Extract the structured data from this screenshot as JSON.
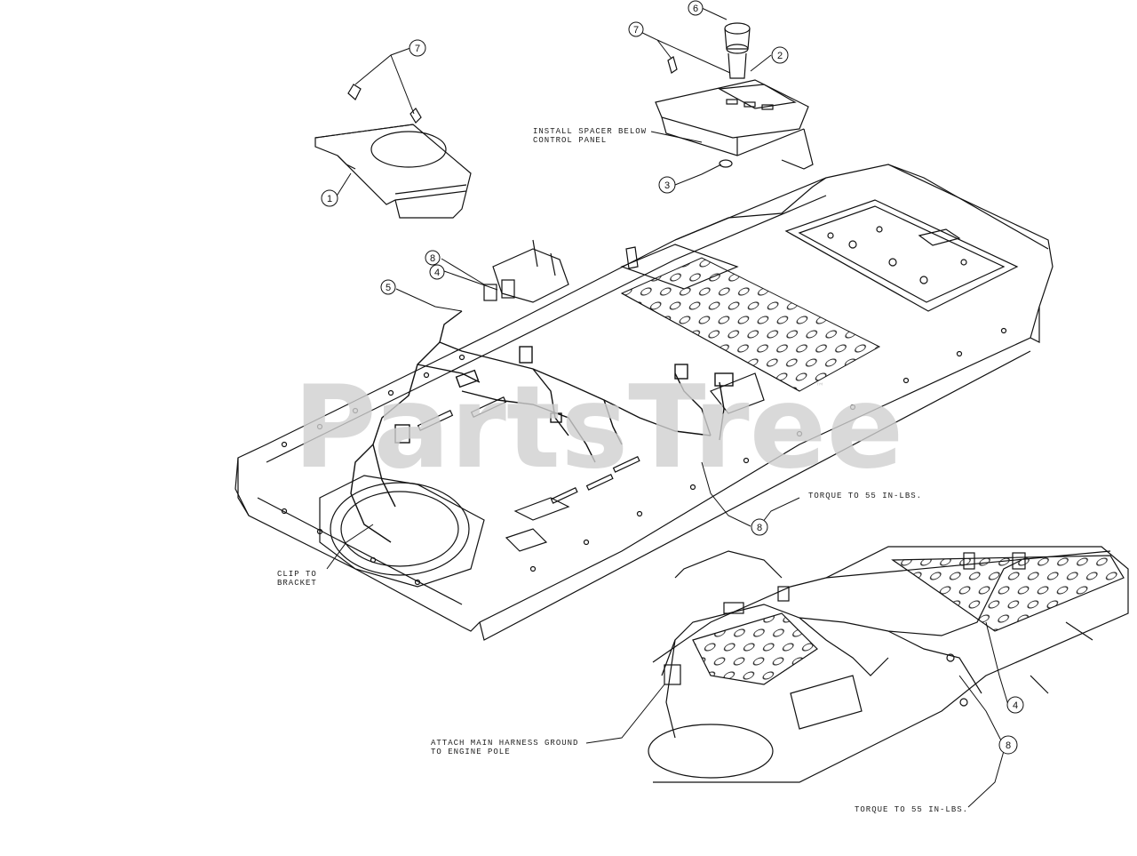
{
  "watermark": {
    "text": "PartsTree",
    "tm": "™"
  },
  "callouts": [
    {
      "id": "c6a",
      "number": "6"
    },
    {
      "id": "c7a",
      "number": "7"
    },
    {
      "id": "c2",
      "number": "2"
    },
    {
      "id": "c7b",
      "number": "7"
    },
    {
      "id": "c1",
      "number": "1"
    },
    {
      "id": "c3",
      "number": "3"
    },
    {
      "id": "c8a",
      "number": "8"
    },
    {
      "id": "c4a",
      "number": "4"
    },
    {
      "id": "c5",
      "number": "5"
    },
    {
      "id": "c8b",
      "number": "8"
    },
    {
      "id": "c4b",
      "number": "4"
    },
    {
      "id": "c8c",
      "number": "8"
    }
  ],
  "notes": {
    "spacer_line1": "INSTALL SPACER BELOW",
    "spacer_line2": "CONTROL PANEL",
    "torque_top": "TORQUE TO 55 IN-LBS.",
    "clip_line1": "CLIP TO",
    "clip_line2": "BRACKET",
    "ground_line1": "ATTACH MAIN HARNESS GROUND",
    "ground_line2": "TO ENGINE POLE",
    "torque_bottom": "TORQUE TO 55 IN-LBS."
  }
}
